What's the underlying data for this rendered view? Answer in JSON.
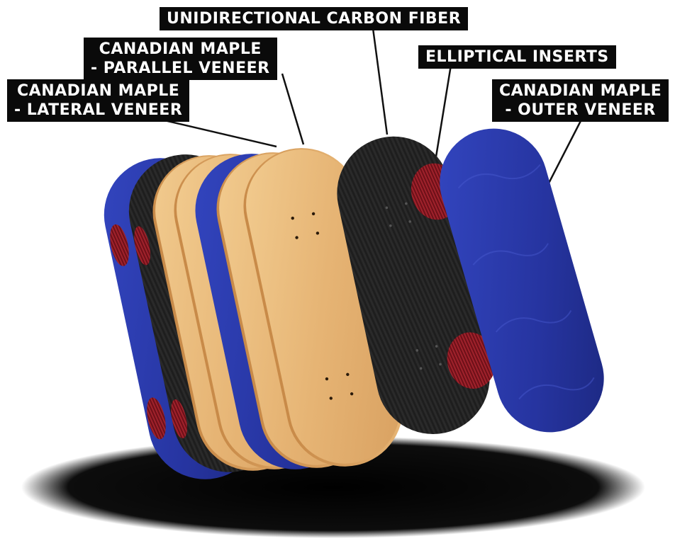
{
  "labels": {
    "carbon_fiber": "UNIDIRECTIONAL CARBON FIBER",
    "parallel_line1": "CANADIAN MAPLE",
    "parallel_line2": "- PARALLEL VENEER",
    "elliptical": "ELLIPTICAL INSERTS",
    "lateral_line1": "CANADIAN MAPLE",
    "lateral_line2": "- LATERAL VENEER",
    "outer_line1": "CANADIAN MAPLE",
    "outer_line2": "- OUTER VENEER"
  },
  "colors": {
    "maple": "#e8b878",
    "maple_dark": "#c89050",
    "blue_veneer": "#2a3aa8",
    "carbon": "#1c1c1c",
    "insert": "#8a1a22",
    "label_bg": "#0a0a0a",
    "label_text": "#ffffff"
  }
}
